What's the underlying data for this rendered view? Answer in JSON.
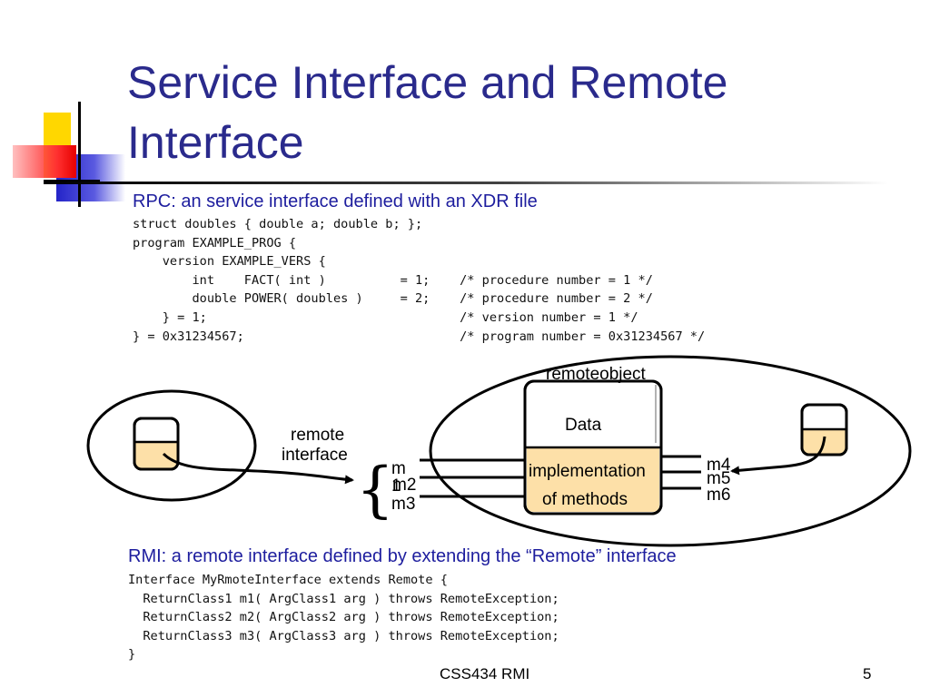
{
  "title": "Service Interface and Remote Interface",
  "rpc": {
    "heading": "RPC: an service interface defined with an XDR file",
    "code": "struct doubles { double a; double b; };\nprogram EXAMPLE_PROG {\n    version EXAMPLE_VERS {\n        int    FACT( int )          = 1;    /* procedure number = 1 */\n        double POWER( doubles )     = 2;    /* procedure number = 2 */\n    } = 1;                                  /* version number = 1 */\n} = 0x31234567;                             /* program number = 0x31234567 */"
  },
  "diagram": {
    "remote_object": "remoteobject",
    "remote_interface_line1": "remote",
    "remote_interface_line2": "interface",
    "data": "Data",
    "implementation_line1": "implementation",
    "implementation_line2": "of methods",
    "m1_part1": "m",
    "m1_part2": "1",
    "m2": "m2",
    "m3": "m3",
    "m4": "m4",
    "m5": "m5",
    "m6": "m6",
    "brace": "{"
  },
  "rmi": {
    "heading": "RMI: a remote interface defined by extending the “Remote” interface",
    "code": "Interface MyRmoteInterface extends Remote {\n  ReturnClass1 m1( ArgClass1 arg ) throws RemoteException;\n  ReturnClass2 m2( ArgClass2 arg ) throws RemoteException;\n  ReturnClass3 m3( ArgClass3 arg ) throws RemoteException;\n}"
  },
  "footer": "CSS434 RMI",
  "page_number": "5",
  "colors": {
    "title": "#2a2a8c",
    "subheading": "#1d1d9e",
    "implementation_fill": "#fde0a8",
    "accent_yellow": "#ffd700",
    "accent_blue": "#2424c8",
    "accent_red": "#e60000"
  }
}
